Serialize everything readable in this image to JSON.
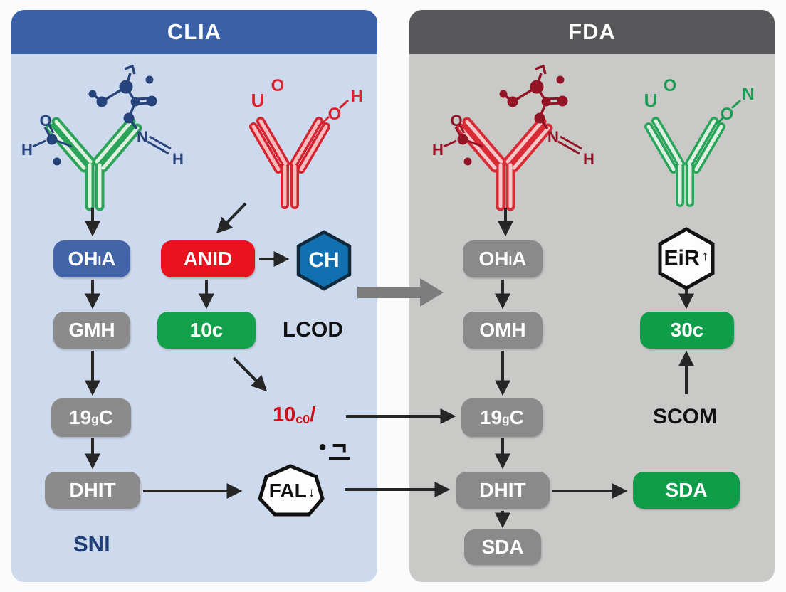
{
  "colors": {
    "clia_header": "#3a61a8",
    "clia_panel_bg": "#cdd9ec",
    "fda_header": "#58585a",
    "fda_panel_bg": "#c9c9c8",
    "blue_node": "#4264a9",
    "red_node": "#e8131f",
    "green_node": "#12a04b",
    "gray_node": "#8b8b8b",
    "hex_blue": "#1170b0",
    "red_text": "#cf1018",
    "navy_text": "#1e3e78"
  },
  "left_panel": {
    "title": "CLIA",
    "nodes": {
      "ohia": {
        "pre": "OH",
        "sub": "I",
        "post": "A"
      },
      "anid": "ANID",
      "ch": "CH",
      "gmh": "GMH",
      "c10": "10c",
      "g19c": {
        "pre": "19",
        "sub": "g",
        "post": "C"
      },
      "dhit": "DHIT",
      "fal": "FAL",
      "fal_arrow": "↓"
    },
    "labels": {
      "lcod": "LCOD",
      "free_red": {
        "pre": "10",
        "sub": "c0",
        "post": "/"
      },
      "dot": "●",
      "hook": "¬",
      "snl": "SNl"
    },
    "red_antibody_labels": {
      "u": "U",
      "o": "O",
      "o2": "O",
      "h": "H"
    },
    "molecule_labels": {
      "o": "O",
      "h": "H",
      "n": "N",
      "h2": "H"
    }
  },
  "right_panel": {
    "title": "FDA",
    "nodes": {
      "ohia": {
        "pre": "OH",
        "sub": "I",
        "post": "A"
      },
      "eir": "EiR",
      "eir_arrow": "↑",
      "omh": "OMH",
      "c30": "30c",
      "g19c": {
        "pre": "19",
        "sub": "g",
        "post": "C"
      },
      "dhit": "DHIT",
      "sda_green": "SDA",
      "sda_gray": "SDA"
    },
    "labels": {
      "scom": "SCOM"
    },
    "green_antibody_labels": {
      "u": "U",
      "o": "O",
      "o2": "O",
      "n": "N"
    },
    "molecule_labels": {
      "o": "O",
      "h": "H",
      "n": "N",
      "h2": "H"
    }
  }
}
